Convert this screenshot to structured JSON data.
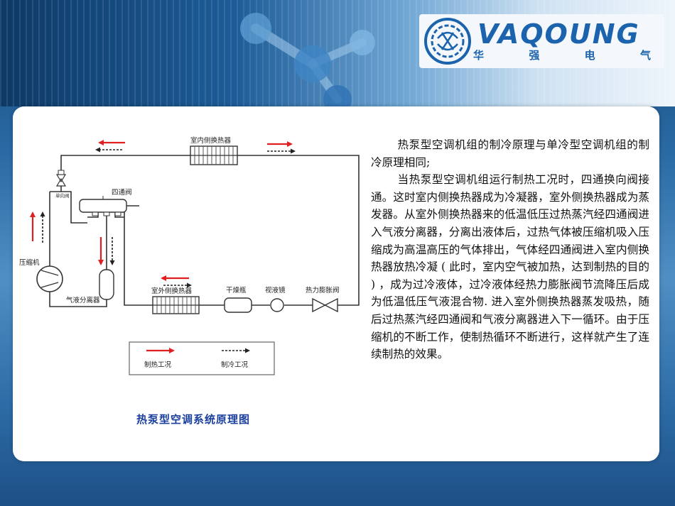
{
  "brand": {
    "logo_text": "VAQOUNG",
    "logo_subtitle": [
      "华",
      "强",
      "电",
      "气"
    ],
    "accent_color": "#1b63ad"
  },
  "diagram": {
    "caption": "热泵型空调系统原理图",
    "components": {
      "indoor_exchanger": "室内侧换热器",
      "four_way_valve": "四通阀",
      "check_valve": "单向阀",
      "compressor": "压缩机",
      "separator": "气液分离器",
      "outdoor_exchanger": "室外侧换热器",
      "dryer": "干燥瓶",
      "sight_glass": "视液镜",
      "expansion_valve": "热力膨胀阀"
    },
    "legend": {
      "heating": "制热工况",
      "cooling": "制冷工况"
    },
    "colors": {
      "heating_arrow": "#e02020",
      "cooling_arrow": "#222222",
      "pipe": "#333333"
    }
  },
  "text": {
    "para1": "热泵型空调机组的制冷原理与单冷型空调机组的制冷原理相同;",
    "para2": "当热泵型空调机组运行制热工况时，四通换向阀接通。这时室内侧换热器成为冷凝器，室外侧换热器成为蒸发器。从室外侧换热器来的低温低压过热蒸汽经四通阀进入气液分离器，分离出液体后，过热气体被压缩机吸入压缩成为高温高压的气体排出，气体经四通阀进入室内侧换热器放热冷凝 ( 此时，室内空气被加热，达到制热的目的 ) ，成为过冷液体，过冷液体经热力膨胀阀节流降压后成为低温低压气液混合物. 进入室外侧换热器蒸发吸热，随后过热蒸汽经四通阀和气液分离器进入下一循环。由于压缩机的不断工作，使制热循环不断进行，这样就产生了连续制热的效果。"
  }
}
